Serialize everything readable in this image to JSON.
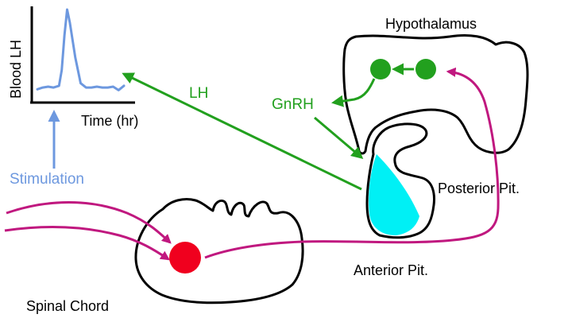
{
  "labels": {
    "blood_lh": "Blood LH",
    "time": "Time (hr)",
    "stimulation": "Stimulation",
    "lh": "LH",
    "gnrh": "GnRH",
    "hypothalamus": "Hypothalamus",
    "posterior_pit": "Posterior Pit.",
    "anterior_pit": "Anterior Pit.",
    "spinal_chord": "Spinal Chord"
  },
  "colors": {
    "outline": "#000000",
    "nerve": "#c0187f",
    "green": "#22a01e",
    "blue": "#6d98df",
    "cyan": "#00f0f5",
    "red": "#f0001e"
  },
  "chart_data": {
    "type": "line",
    "title": "",
    "xlabel": "Time (hr)",
    "ylabel": "Blood LH",
    "series": [
      {
        "x": [
          0,
          1,
          2,
          3,
          4,
          4.5,
          5,
          5.5,
          6,
          7,
          8,
          9,
          10,
          11,
          12,
          13,
          14,
          15,
          16
        ],
        "values": [
          0.08,
          0.1,
          0.11,
          0.1,
          0.12,
          0.3,
          0.7,
          1.0,
          0.85,
          0.45,
          0.15,
          0.1,
          0.1,
          0.11,
          0.1,
          0.1,
          0.11,
          0.07,
          0.12
        ]
      }
    ],
    "grid": false
  }
}
